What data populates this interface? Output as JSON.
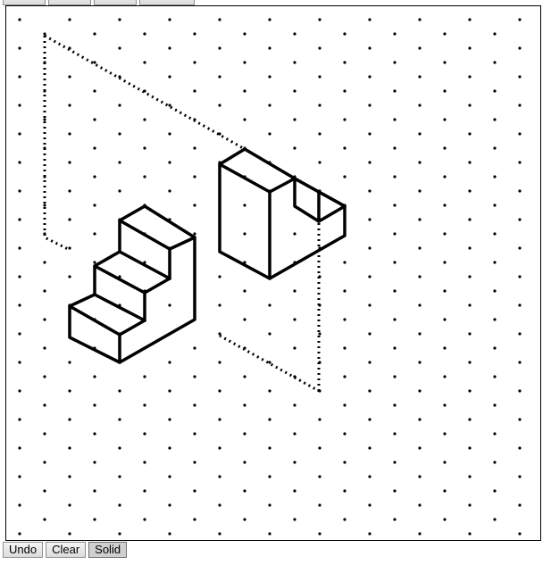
{
  "toolbar_bottom": {
    "undo_label": "Undo",
    "clear_label": "Clear",
    "solid_label": "Solid"
  },
  "toolbar_top": {
    "button_count": 4
  },
  "canvas": {
    "grid": "isometric dot grid",
    "ink_color": "#000000"
  }
}
